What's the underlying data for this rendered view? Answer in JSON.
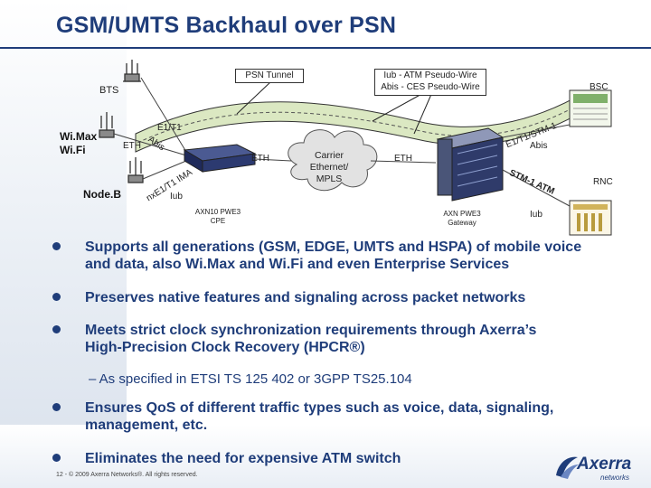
{
  "title": "GSM/UMTS Backhaul over PSN",
  "diagram": {
    "psn_tunnel": "PSN Tunnel",
    "pw_line1": "Iub - ATM Pseudo-Wire",
    "pw_line2": "Abis - CES Pseudo-Wire",
    "bts": "BTS",
    "bsc": "BSC",
    "wimax_wifi_line1": "Wi.Max",
    "wimax_wifi_line2": "Wi.Fi",
    "nodeb": "Node.B",
    "rnc": "RNC",
    "e1t1": "E1/T1",
    "abis_left": "Abis",
    "eth_left": "ETH",
    "nxe1_ima": "nxE1/T1 IMA",
    "iub_left": "Iub",
    "eth_mid": "ETH",
    "cloud_line1": "Carrier",
    "cloud_line2": "Ethernet/",
    "cloud_line3": "MPLS",
    "eth_right": "ETH",
    "e1_stm1": "E1/T1/STM-1",
    "abis_right": "Abis",
    "stm1_atm": "STM-1 ATM",
    "iub_right": "Iub",
    "cpe_line1": "AXN10 PWE3",
    "cpe_line2": "CPE",
    "gw_line1": "AXN PWE3",
    "gw_line2": "Gateway"
  },
  "bullets": [
    {
      "line1": "Supports all generations (GSM, EDGE, UMTS and HSPA) of mobile voice",
      "line2": "and data, also Wi.Max and Wi.Fi and even Enterprise Services"
    },
    {
      "line1": "Preserves native features and signaling across packet networks"
    },
    {
      "line1": "Meets strict clock synchronization requirements through Axerra’s",
      "line2": "High-Precision Clock Recovery (HPCR®)"
    },
    {
      "line1": "Ensures QoS of different traffic types such as voice, data, signaling,",
      "line2": "management, etc."
    },
    {
      "line1": "Eliminates the need for expensive ATM switch"
    }
  ],
  "sub_bullet": "– As specified in ETSI TS 125 402 or 3GPP TS25.104",
  "footer": "12 - © 2009 Axerra Networks®. All rights reserved.",
  "logo": {
    "name": "Axerra",
    "sub": "networks"
  },
  "colors": {
    "primary": "#1f3d7a",
    "tunnel": "#c8d9a8",
    "device": "#2c3a70"
  }
}
